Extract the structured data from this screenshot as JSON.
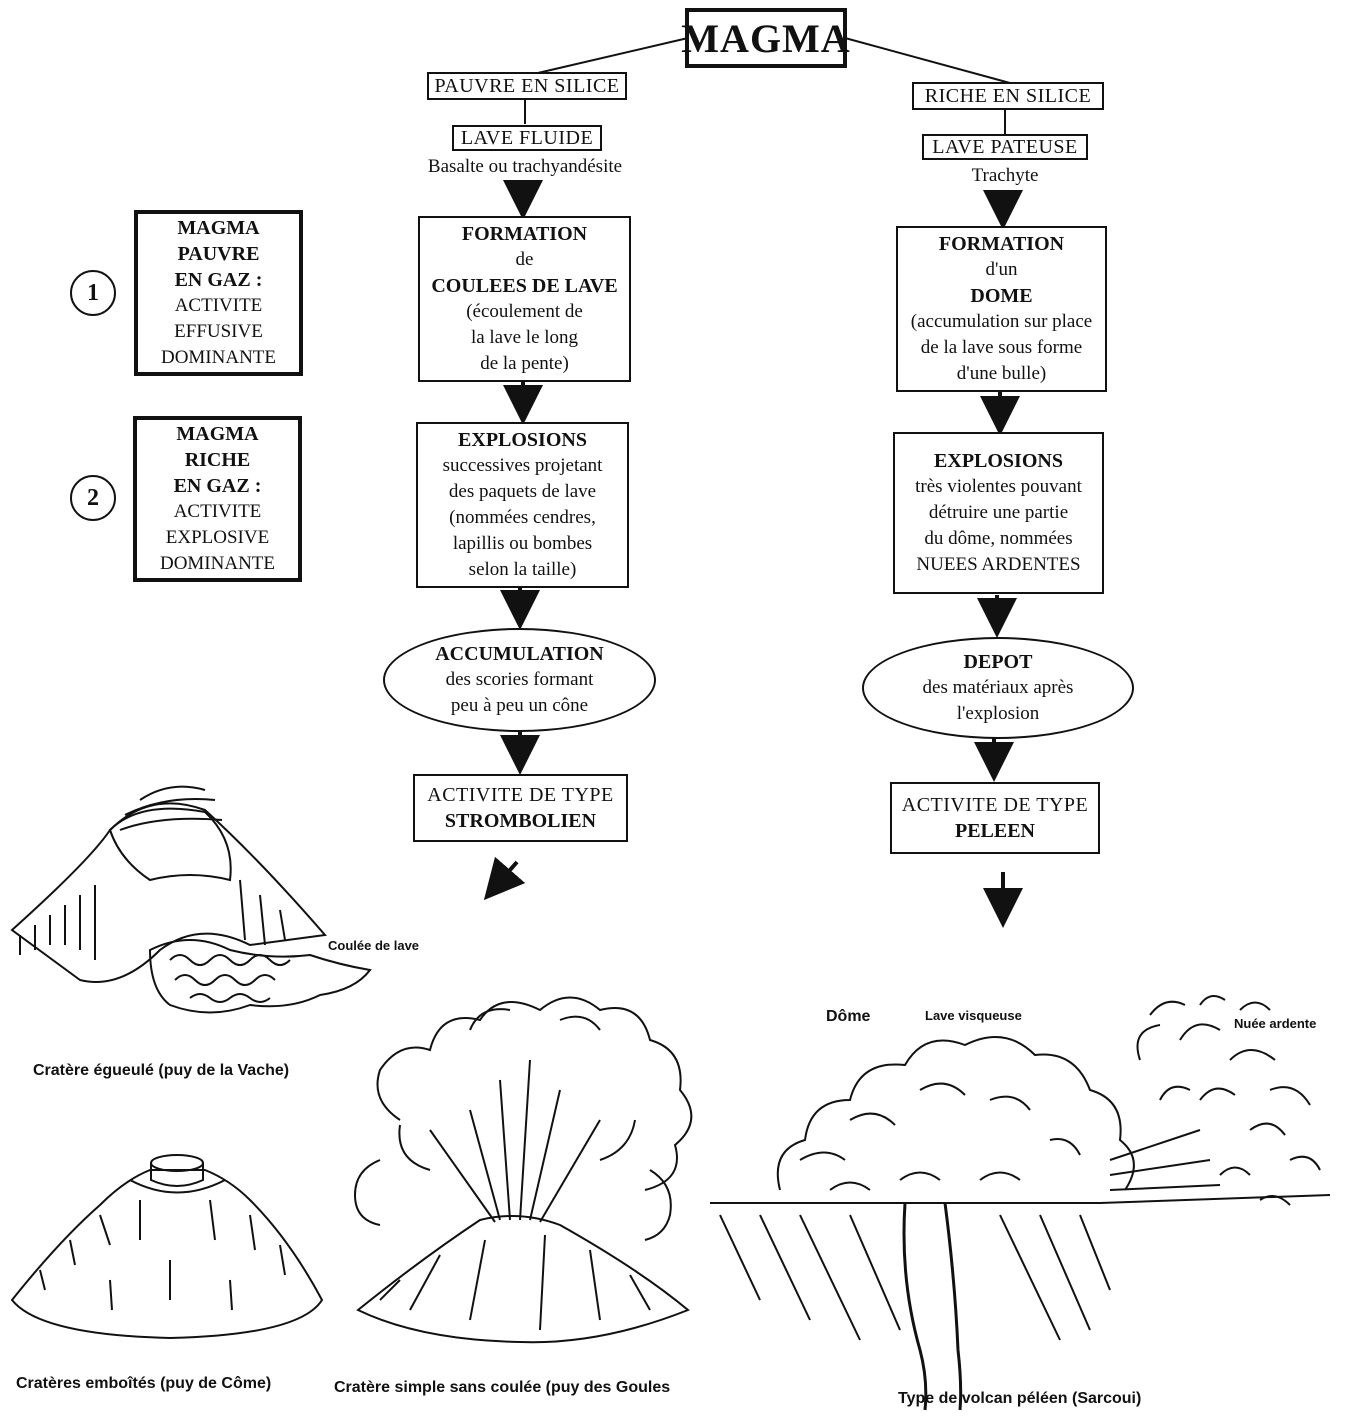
{
  "title": "MAGMA",
  "left_branch": {
    "silica": "PAUVRE EN SILICE",
    "lava": "LAVE FLUIDE",
    "rock": "Basalte ou trachyandésite",
    "step1": {
      "title": "FORMATION",
      "line2": "de",
      "line3": "COULEES DE LAVE",
      "lines": [
        "(écoulement de",
        "la lave le long",
        "de la pente)"
      ]
    },
    "step2": {
      "title": "EXPLOSIONS",
      "lines": [
        "successives projetant",
        "des paquets de lave",
        "(nommées cendres,",
        "lapillis ou bombes",
        "selon la taille)"
      ]
    },
    "step3": {
      "title": "ACCUMULATION",
      "lines": [
        "des scories formant",
        "peu à peu un cône"
      ]
    },
    "result": {
      "line1": "ACTIVITE DE TYPE",
      "line2": "STROMBOLIEN"
    }
  },
  "right_branch": {
    "silica": "RICHE EN SILICE",
    "lava": "LAVE PATEUSE",
    "rock": "Trachyte",
    "step1": {
      "title": "FORMATION",
      "line2": "d'un",
      "line3": "DOME",
      "lines": [
        "(accumulation sur place",
        "de la lave sous forme",
        "d'une bulle)"
      ]
    },
    "step2": {
      "title": "EXPLOSIONS",
      "lines": [
        "très violentes pouvant",
        "détruire une partie",
        "du dôme, nommées",
        "NUEES ARDENTES"
      ]
    },
    "step3": {
      "title": "DEPOT",
      "lines": [
        "des matériaux après",
        "l'explosion"
      ]
    },
    "result": {
      "line1": "ACTIVITE DE TYPE",
      "line2": "PELEEN"
    }
  },
  "legend": [
    {
      "number": "1",
      "l1": "MAGMA",
      "l2": "PAUVRE",
      "l3": "EN GAZ :",
      "a1": "ACTIVITE",
      "a2": "EFFUSIVE",
      "a3": "DOMINANTE"
    },
    {
      "number": "2",
      "l1": "MAGMA",
      "l2": "RICHE",
      "l3": "EN GAZ :",
      "a1": "ACTIVITE",
      "a2": "EXPLOSIVE",
      "a3": "DOMINANTE"
    }
  ],
  "illustrations": {
    "lava_flow_label": "Coulée de lave",
    "crater_breached": "Cratère égueulé (puy de la Vache)",
    "craters_nested": "Cratères emboîtés (puy de Côme)",
    "crater_simple": "Cratère simple sans coulée (puy des Goules",
    "dome_label": "Dôme",
    "viscous_label": "Lave visqueuse",
    "nuee_label": "Nuée ardente",
    "pelean_caption": "Type de volcan péléen (Sarcoui)"
  },
  "colors": {
    "ink": "#111111",
    "paper": "#ffffff"
  }
}
